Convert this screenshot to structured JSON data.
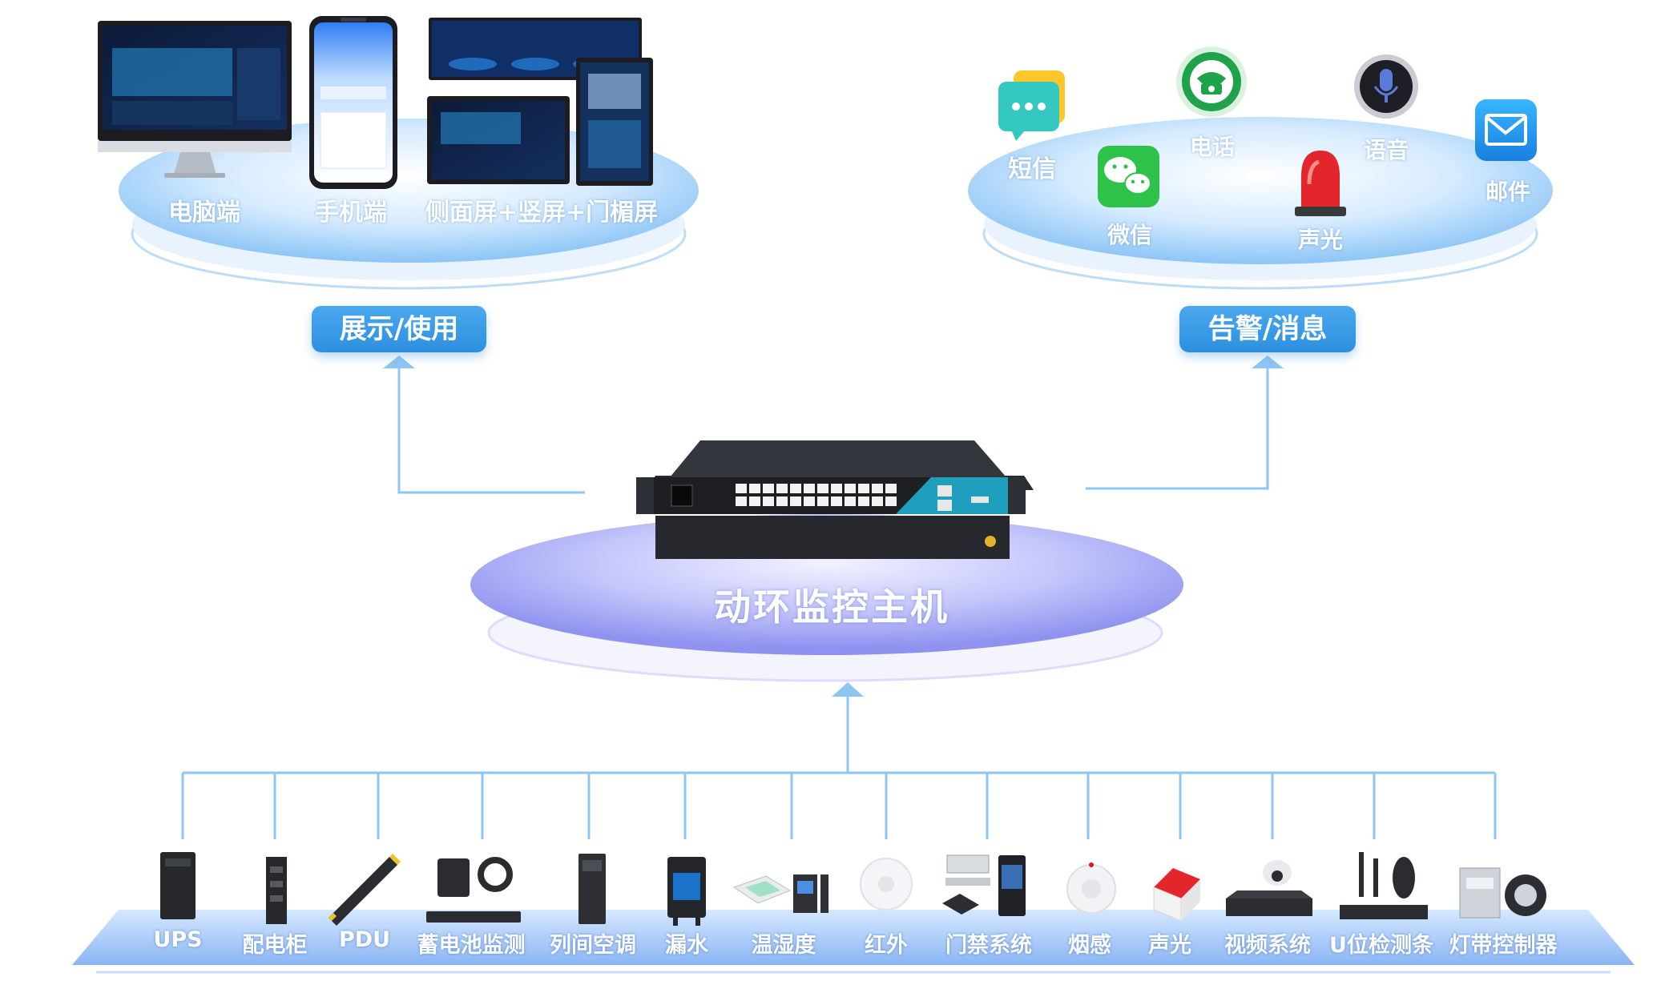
{
  "display": {
    "category": "展示/使用",
    "items": [
      "电脑端",
      "手机端",
      "侧面屏+竖屏+门楣屏"
    ]
  },
  "alerts": {
    "category": "告警/消息",
    "items": [
      "短信",
      "电话",
      "语音",
      "邮件",
      "微信",
      "声光"
    ]
  },
  "host": {
    "label": "动环监控主机"
  },
  "devices": [
    "UPS",
    "配电柜",
    "PDU",
    "蓄电池监测",
    "列间空调",
    "漏水",
    "温湿度",
    "红外",
    "门禁系统",
    "烟感",
    "声光",
    "视频系统",
    "U位检测条",
    "灯带控制器"
  ],
  "colors": {
    "connector": "#8ec6f2",
    "badge": "#3b9ce8",
    "platform": "#b9dcff",
    "core_platform": "#a9a9f5"
  }
}
